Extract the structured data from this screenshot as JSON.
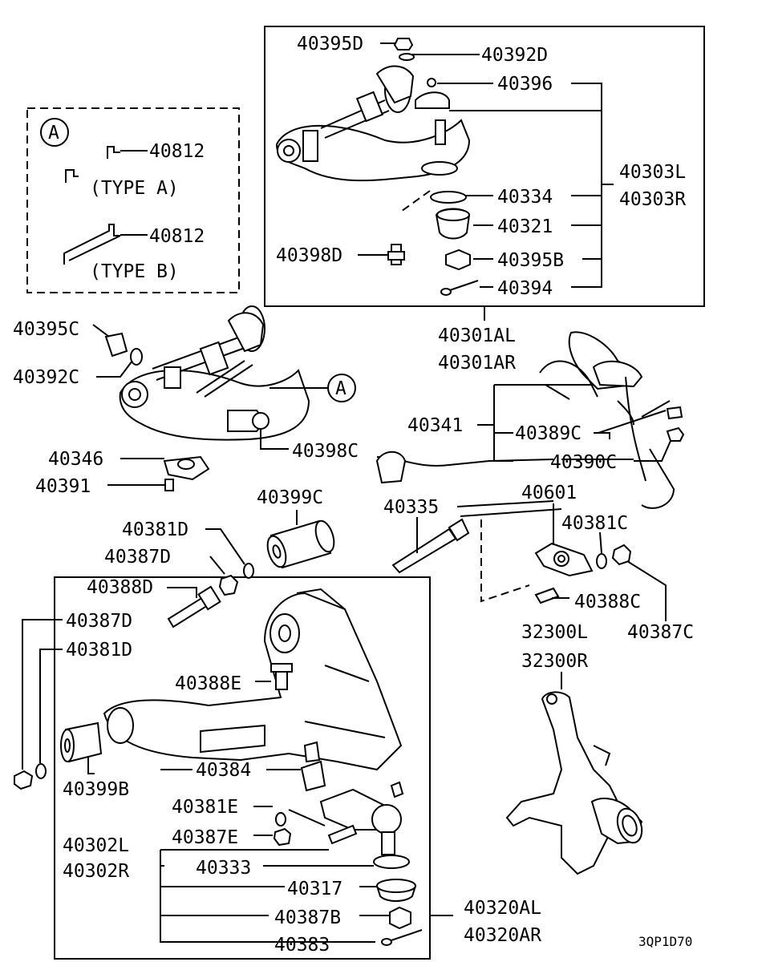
{
  "labels": {
    "l40395D": "40395D",
    "l40392D": "40392D",
    "l40396": "40396",
    "l40303L": "40303L",
    "l40303R": "40303R",
    "l40334": "40334",
    "l40321": "40321",
    "l40398D": "40398D",
    "l40395B": "40395B",
    "l40394": "40394",
    "l40301AL": "40301AL",
    "l40301AR": "40301AR",
    "inset_a": "A",
    "l40812a": "40812",
    "type_a": "(TYPE A)",
    "l40812b": "40812",
    "type_b": "(TYPE B)",
    "l40395C": "40395C",
    "l40392C": "40392C",
    "callout_a": "A",
    "l40398C": "40398C",
    "l40341": "40341",
    "l40389C": "40389C",
    "l40390C": "40390C",
    "l40346": "40346",
    "l40391": "40391",
    "l40399C": "40399C",
    "l40335": "40335",
    "l40601": "40601",
    "l40381C": "40381C",
    "l40388C": "40388C",
    "l40387C": "40387C",
    "l40381D_top": "40381D",
    "l40387D_top": "40387D",
    "l40388D": "40388D",
    "l40387D_left": "40387D",
    "l40381D_left": "40381D",
    "l32300L": "32300L",
    "l32300R": "32300R",
    "l40388E": "40388E",
    "l40384": "40384",
    "l40399B": "40399B",
    "l40381E": "40381E",
    "l40387E": "40387E",
    "l40302L": "40302L",
    "l40302R": "40302R",
    "l40333": "40333",
    "l40317": "40317",
    "l40387B": "40387B",
    "l40383": "40383",
    "l40320AL": "40320AL",
    "l40320AR": "40320AR",
    "diagram_code": "3QP1D70"
  }
}
